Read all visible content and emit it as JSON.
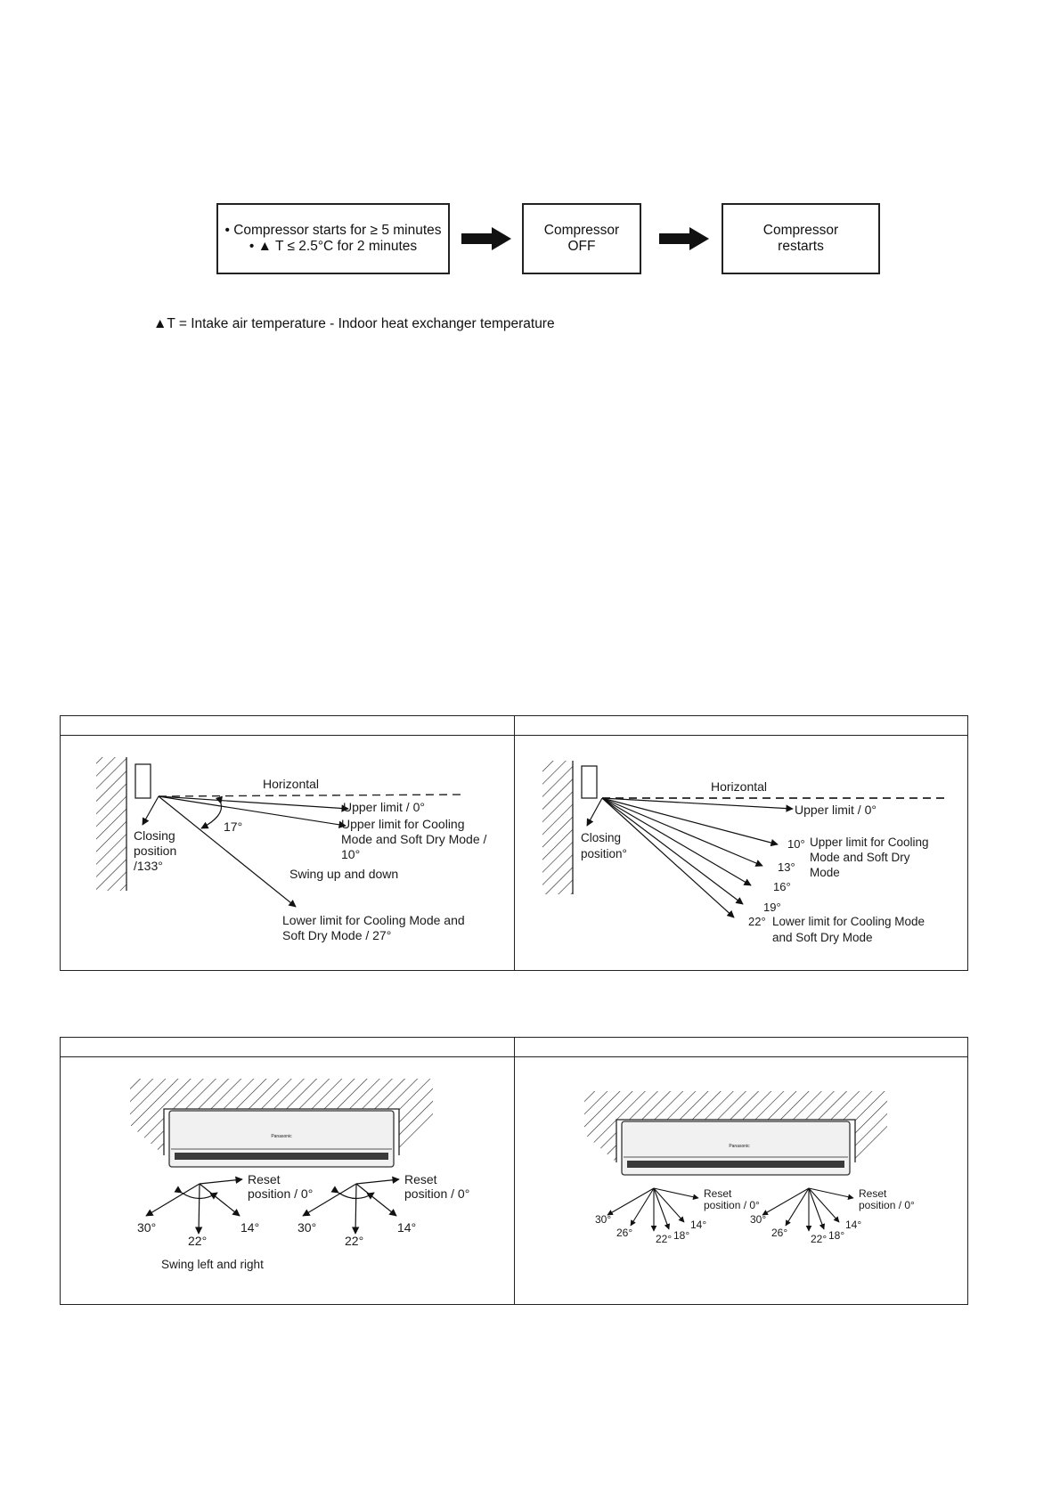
{
  "flow": {
    "box1_line1": "• Compressor starts for ≥ 5 minutes",
    "box1_line2": "• ▲ T ≤ 2.5°C for 2 minutes",
    "box2_line1": "Compressor",
    "box2_line2": "OFF",
    "box3_line1": "Compressor",
    "box3_line2": "restarts"
  },
  "formula": "▲T = Intake air temperature - Indoor heat exchanger temperature",
  "vertical_left": {
    "horizontal": "Horizontal",
    "upper_limit": "Upper limit / 0°",
    "cooling_upper_1": "Upper limit for Cooling",
    "cooling_upper_2": "Mode and Soft Dry Mode /",
    "cooling_upper_3": "10°",
    "angle": "17°",
    "closing_1": "Closing",
    "closing_2": "position",
    "closing_3": "/133°",
    "swing": "Swing up and down",
    "lower_1": "Lower limit for Cooling Mode and",
    "lower_2": "Soft Dry Mode / 27°"
  },
  "vertical_right": {
    "horizontal": "Horizontal",
    "upper_limit": "Upper limit / 0°",
    "a10": "10°",
    "cooling_1": "Upper limit for Cooling",
    "cooling_2": "Mode and Soft Dry",
    "cooling_3": "Mode",
    "a13": "13°",
    "a16": "16°",
    "a19": "19°",
    "a22": "22°",
    "lower_1": "Lower limit for Cooling Mode",
    "lower_2": "and Soft Dry Mode",
    "closing_1": "Closing",
    "closing_2": "position°"
  },
  "horizontal_left": {
    "brand": "Panasonic",
    "reset_1": "Reset",
    "reset_2": "position / 0°",
    "a30": "30°",
    "a22": "22°",
    "a14": "14°",
    "swing": "Swing left and right"
  },
  "horizontal_right": {
    "brand": "Panasonic",
    "reset_1": "Reset",
    "reset_2": "position / 0°",
    "a30": "30°",
    "a26": "26°",
    "a22": "22°",
    "a18": "18°",
    "a14": "14°"
  }
}
